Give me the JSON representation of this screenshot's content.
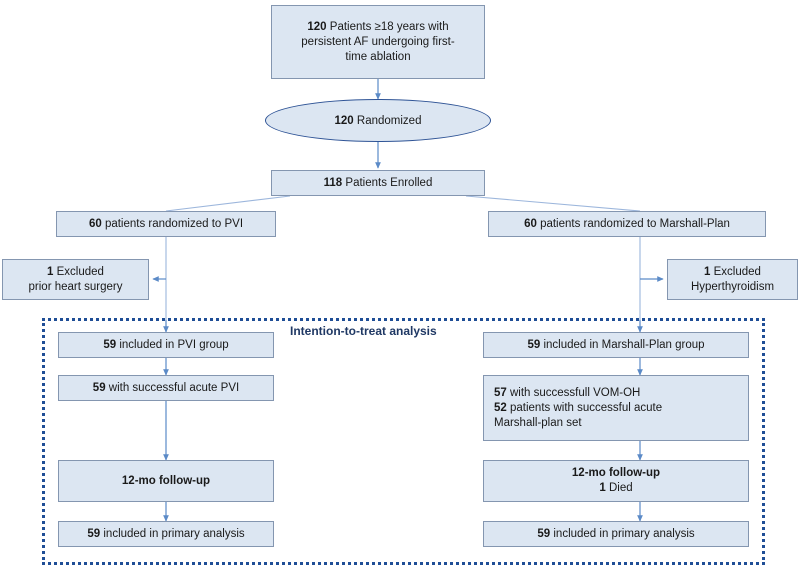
{
  "diagram": {
    "title": "CONSORT patient flow diagram",
    "colors": {
      "node_fill": "#dce6f2",
      "node_border": "#8496b0",
      "ellipse_border": "#2f5496",
      "connector": "#5b8ac7",
      "itt_border": "#1f4e96",
      "itt_label": "#1f3864"
    },
    "itt_label": "Intention-to-treat analysis",
    "nodes": {
      "enrollment": {
        "count": "120",
        "line1_rest": " Patients ≥18 years with",
        "line2": "persistent AF undergoing first-",
        "line3": "time ablation"
      },
      "randomized": {
        "count": "120",
        "rest": " Randomized"
      },
      "enrolled": {
        "count": "118",
        "rest": " Patients Enrolled"
      },
      "arm_pvi": {
        "count": "60",
        "rest": " patients randomized to PVI"
      },
      "arm_marshall": {
        "count": "60",
        "rest": " patients randomized to Marshall-Plan"
      },
      "excluded_left": {
        "count": "1",
        "line1_rest": " Excluded",
        "line2": "prior heart surgery"
      },
      "excluded_right": {
        "count": "1",
        "line1_rest": " Excluded",
        "line2": "Hyperthyroidism"
      },
      "pvi_included": {
        "count": "59",
        "rest": " included in PVI group"
      },
      "pvi_acute": {
        "count": "59",
        "rest": " with successful acute PVI"
      },
      "pvi_followup": {
        "label": "12-mo follow-up"
      },
      "pvi_primary": {
        "count": "59",
        "rest": " included in primary analysis"
      },
      "mp_included": {
        "count": "59",
        "rest": " included in Marshall-Plan group"
      },
      "mp_acute": {
        "count_a": "57",
        "rest_a": " with successfull VOM-OH",
        "count_b": "52",
        "rest_b": " patients with successful acute",
        "line_c": "Marshall-plan set"
      },
      "mp_followup": {
        "label": "12-mo follow-up",
        "died_count": "1",
        "died_rest": " Died"
      },
      "mp_primary": {
        "count": "59",
        "rest": " included in primary analysis"
      }
    }
  }
}
